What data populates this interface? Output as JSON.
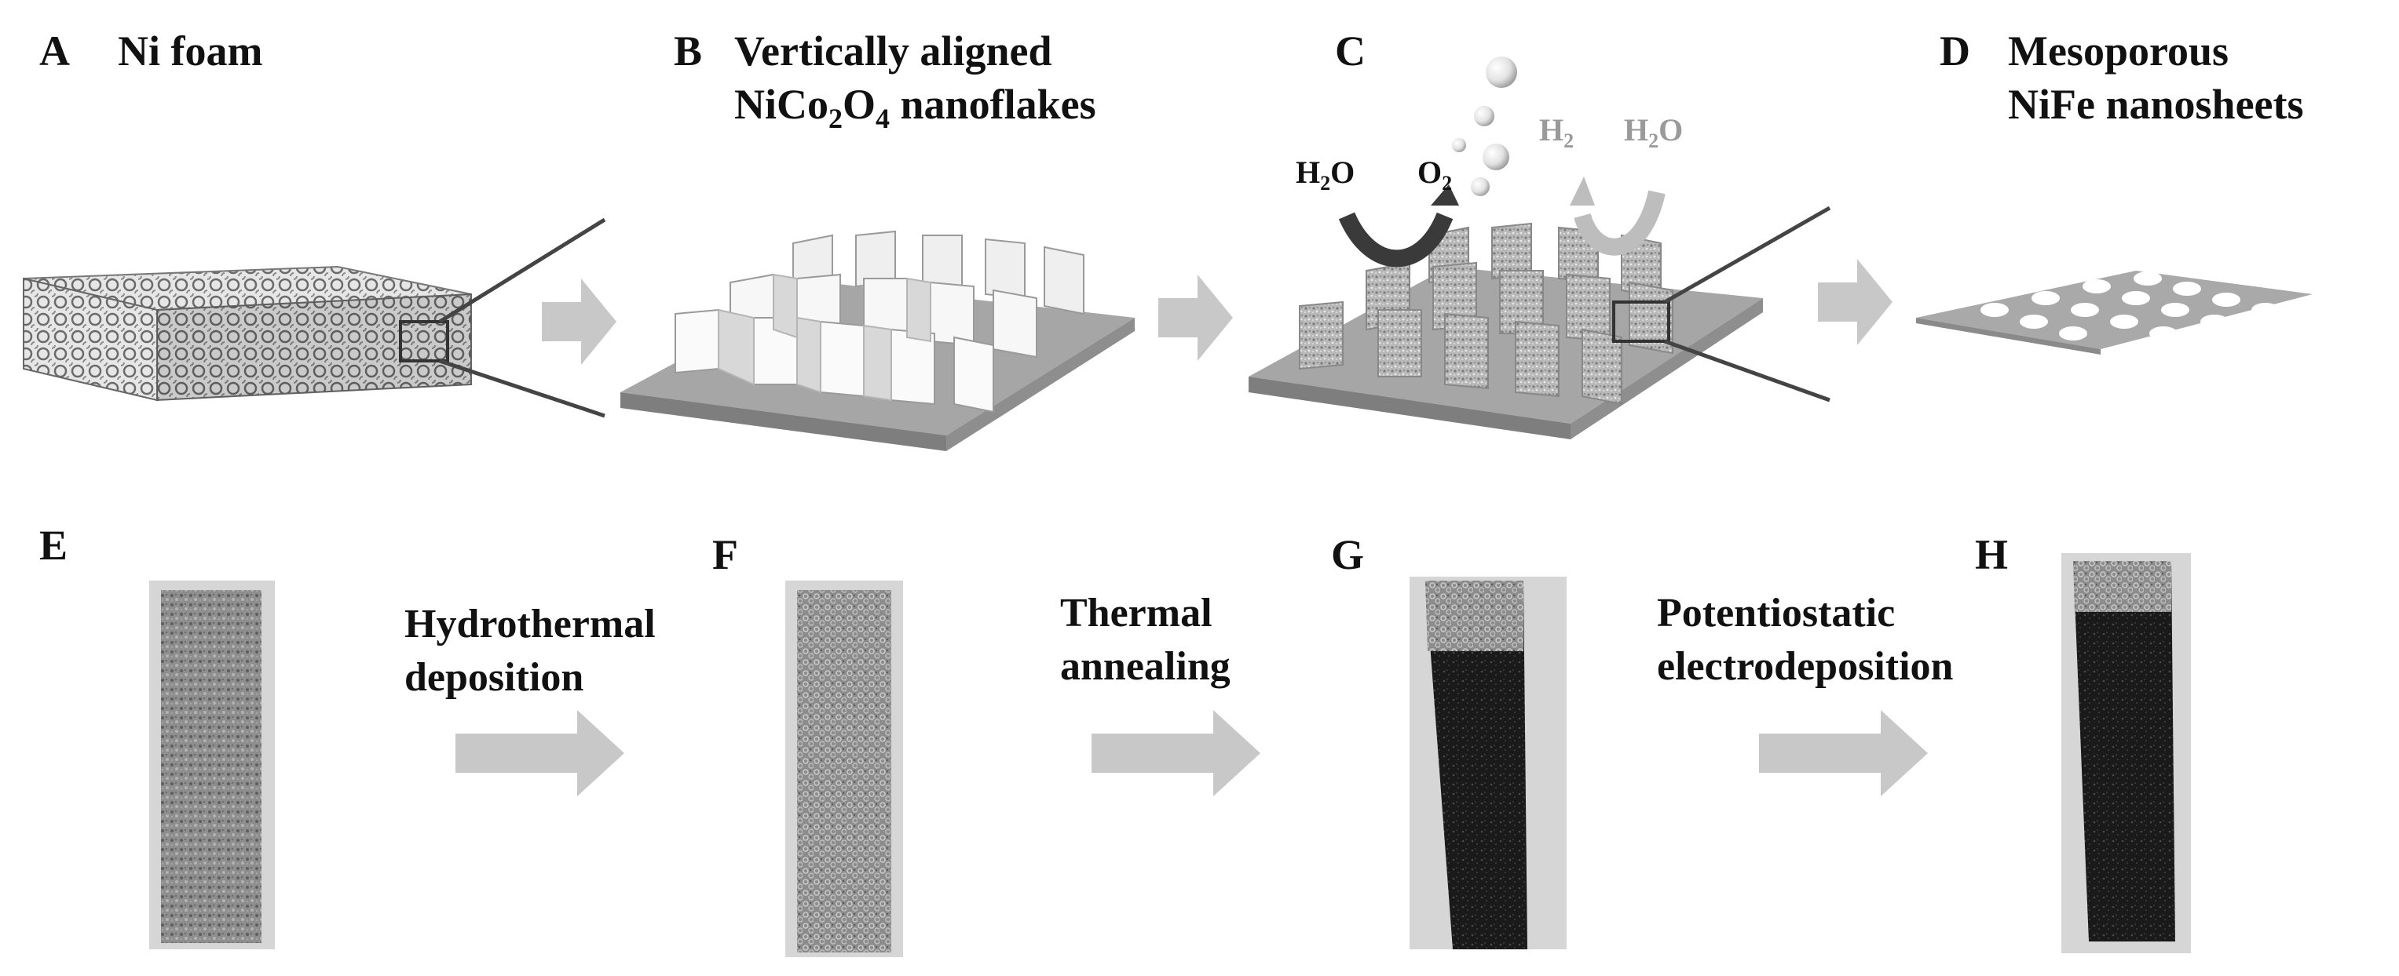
{
  "colors": {
    "arrow_gray": "#c8c8c8",
    "substrate_gray": "#9c9c9c",
    "dark_arrow": "#3a3a3a",
    "light_arrow": "#bdbdbd",
    "strip_background": "#d6d6d6"
  },
  "panels": {
    "A": {
      "label": "A",
      "title_line1": "Ni foam"
    },
    "B": {
      "label": "B",
      "title_line1": "Vertically aligned",
      "title_line2_prefix": "NiCo",
      "title_line2_sub1": "2",
      "title_line2_mid": "O",
      "title_line2_sub2": "4",
      "title_line2_suffix": " nanoflakes"
    },
    "C": {
      "label": "C",
      "h2o_left": {
        "base": "H",
        "sub": "2",
        "end": "O"
      },
      "o2": {
        "base": "O",
        "sub": "2"
      },
      "h2": {
        "base": "H",
        "sub": "2"
      },
      "h2o_right": {
        "base": "H",
        "sub": "2",
        "end": "O"
      }
    },
    "D": {
      "label": "D",
      "title_line1": "Mesoporous",
      "title_line2": "NiFe nanosheets"
    },
    "E": {
      "label": "E"
    },
    "F": {
      "label": "F"
    },
    "G": {
      "label": "G"
    },
    "H": {
      "label": "H"
    }
  },
  "steps": {
    "step1_line1": "Hydrothermal",
    "step1_line2": "deposition",
    "step2_line1": "Thermal",
    "step2_line2": "annealing",
    "step3_line1": "Potentiostatic",
    "step3_line2": "electrodeposition"
  }
}
